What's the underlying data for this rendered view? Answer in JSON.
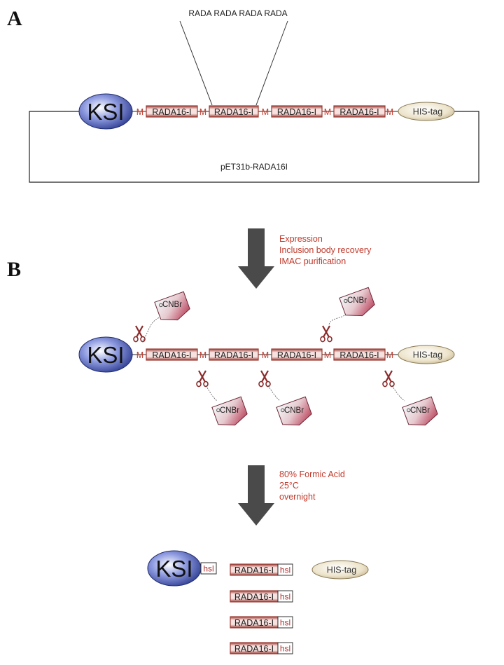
{
  "panels": {
    "a": "A",
    "b": "B"
  },
  "repeat_label": "RADA RADA RADA RADA",
  "plasmid_label": "pET31b-RADA16I",
  "ksi": "KSI",
  "segment": "RADA16-I",
  "linker": "M",
  "his_tag": "HIS-tag",
  "hsl": "hsl",
  "cnbr": "CNBr",
  "step1": [
    "Expression",
    "Inclusion body recovery",
    "IMAC purification"
  ],
  "step2": [
    "80% Formic Acid",
    "25°C",
    "overnight"
  ],
  "colors": {
    "segment_stroke": "#9b3b33",
    "segment_fill": "#f6dada",
    "linker_text": "#c0392b",
    "ksi_dark": "#2a3a8f",
    "his_fill": "#d8ccaa",
    "arrow": "#4a4a4a",
    "cnbr_dark": "#b8304a"
  }
}
